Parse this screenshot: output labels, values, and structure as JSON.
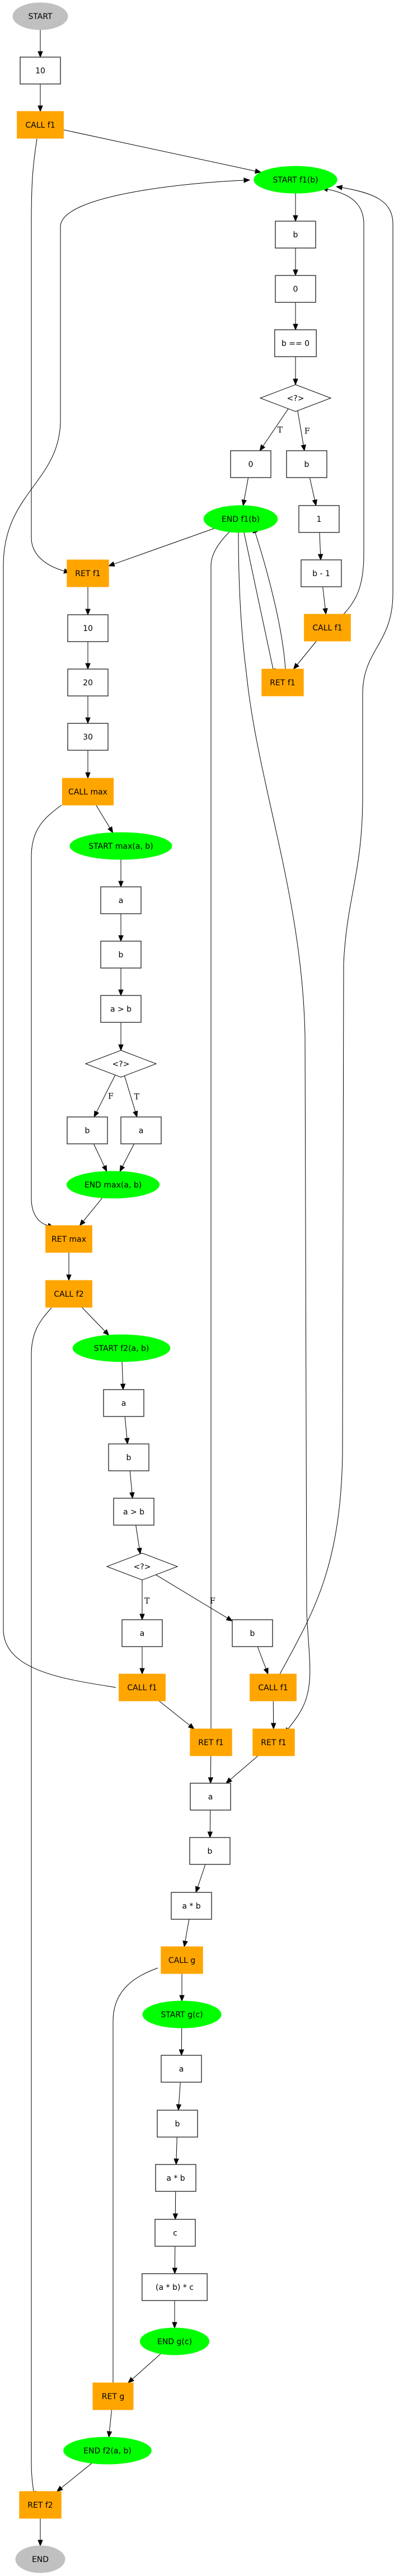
{
  "title": "Interprocedural control flow graph",
  "colors": {
    "terminal": "#c0c0c0",
    "function_boundary": "#00ff00",
    "call_return": "#ffa500",
    "statement_fill": "#ffffff",
    "stroke": "#000000"
  },
  "nodes": [
    {
      "id": "n0",
      "label": "START",
      "kind": "terminal"
    },
    {
      "id": "n1",
      "label": "10",
      "kind": "statement"
    },
    {
      "id": "n2",
      "label": "CALL f1",
      "kind": "call"
    },
    {
      "id": "n3",
      "label": "START f1(b)",
      "kind": "function-start"
    },
    {
      "id": "n4",
      "label": "b",
      "kind": "statement"
    },
    {
      "id": "n5",
      "label": "0",
      "kind": "statement"
    },
    {
      "id": "n6",
      "label": "b == 0",
      "kind": "statement"
    },
    {
      "id": "n7",
      "label": "<?>",
      "kind": "branch"
    },
    {
      "id": "n8",
      "label": "0",
      "kind": "statement"
    },
    {
      "id": "n9",
      "label": "b",
      "kind": "statement"
    },
    {
      "id": "n10",
      "label": "END f1(b)",
      "kind": "function-end"
    },
    {
      "id": "n11",
      "label": "1",
      "kind": "statement"
    },
    {
      "id": "n12",
      "label": "b - 1",
      "kind": "statement"
    },
    {
      "id": "n13",
      "label": "CALL f1",
      "kind": "call"
    },
    {
      "id": "n14",
      "label": "RET f1",
      "kind": "return"
    },
    {
      "id": "n15",
      "label": "RET f1",
      "kind": "return"
    },
    {
      "id": "n16",
      "label": "10",
      "kind": "statement"
    },
    {
      "id": "n17",
      "label": "20",
      "kind": "statement"
    },
    {
      "id": "n18",
      "label": "30",
      "kind": "statement"
    },
    {
      "id": "n19",
      "label": "CALL max",
      "kind": "call"
    },
    {
      "id": "n20",
      "label": "START max(a, b)",
      "kind": "function-start"
    },
    {
      "id": "n21",
      "label": "a",
      "kind": "statement"
    },
    {
      "id": "n22",
      "label": "b",
      "kind": "statement"
    },
    {
      "id": "n23",
      "label": "a > b",
      "kind": "statement"
    },
    {
      "id": "n24",
      "label": "<?>",
      "kind": "branch"
    },
    {
      "id": "n25",
      "label": "b",
      "kind": "statement"
    },
    {
      "id": "n26",
      "label": "a",
      "kind": "statement"
    },
    {
      "id": "n27",
      "label": "END max(a, b)",
      "kind": "function-end"
    },
    {
      "id": "n28",
      "label": "RET max",
      "kind": "return"
    },
    {
      "id": "n29",
      "label": "CALL f2",
      "kind": "call"
    },
    {
      "id": "n30",
      "label": "START f2(a, b)",
      "kind": "function-start"
    },
    {
      "id": "n31",
      "label": "a",
      "kind": "statement"
    },
    {
      "id": "n32",
      "label": "b",
      "kind": "statement"
    },
    {
      "id": "n33",
      "label": "a > b",
      "kind": "statement"
    },
    {
      "id": "n34",
      "label": "<?>",
      "kind": "branch"
    },
    {
      "id": "n35",
      "label": "a",
      "kind": "statement"
    },
    {
      "id": "n36",
      "label": "b",
      "kind": "statement"
    },
    {
      "id": "n37",
      "label": "CALL f1",
      "kind": "call"
    },
    {
      "id": "n38",
      "label": "CALL f1",
      "kind": "call"
    },
    {
      "id": "n39",
      "label": "RET f1",
      "kind": "return"
    },
    {
      "id": "n40",
      "label": "RET f1",
      "kind": "return"
    },
    {
      "id": "n41",
      "label": "a",
      "kind": "statement"
    },
    {
      "id": "n42",
      "label": "b",
      "kind": "statement"
    },
    {
      "id": "n43",
      "label": "a * b",
      "kind": "statement"
    },
    {
      "id": "n44",
      "label": "CALL g",
      "kind": "call"
    },
    {
      "id": "n45",
      "label": "START g(c)",
      "kind": "function-start"
    },
    {
      "id": "n46",
      "label": "a",
      "kind": "statement"
    },
    {
      "id": "n47",
      "label": "b",
      "kind": "statement"
    },
    {
      "id": "n48",
      "label": "a * b",
      "kind": "statement"
    },
    {
      "id": "n49",
      "label": "c",
      "kind": "statement"
    },
    {
      "id": "n50",
      "label": "(a * b) * c",
      "kind": "statement"
    },
    {
      "id": "n51",
      "label": "END g(c)",
      "kind": "function-end"
    },
    {
      "id": "n52",
      "label": "RET g",
      "kind": "return"
    },
    {
      "id": "n53",
      "label": "END f2(a, b)",
      "kind": "function-end"
    },
    {
      "id": "n54",
      "label": "RET f2",
      "kind": "return"
    },
    {
      "id": "n55",
      "label": "END",
      "kind": "terminal"
    }
  ],
  "edges": [
    {
      "from": "n0",
      "to": "n1"
    },
    {
      "from": "n1",
      "to": "n2"
    },
    {
      "from": "n2",
      "to": "n3"
    },
    {
      "from": "n2",
      "to": "n15"
    },
    {
      "from": "n3",
      "to": "n4"
    },
    {
      "from": "n4",
      "to": "n5"
    },
    {
      "from": "n5",
      "to": "n6"
    },
    {
      "from": "n6",
      "to": "n7"
    },
    {
      "from": "n7",
      "to": "n8",
      "label": "T"
    },
    {
      "from": "n7",
      "to": "n9",
      "label": "F"
    },
    {
      "from": "n8",
      "to": "n10"
    },
    {
      "from": "n9",
      "to": "n11"
    },
    {
      "from": "n11",
      "to": "n12"
    },
    {
      "from": "n12",
      "to": "n13"
    },
    {
      "from": "n13",
      "to": "n3"
    },
    {
      "from": "n13",
      "to": "n14"
    },
    {
      "from": "n10",
      "to": "n15"
    },
    {
      "from": "n10",
      "to": "n14"
    },
    {
      "from": "n14",
      "to": "n10"
    },
    {
      "from": "n10",
      "to": "n39"
    },
    {
      "from": "n10",
      "to": "n40"
    },
    {
      "from": "n15",
      "to": "n16"
    },
    {
      "from": "n16",
      "to": "n17"
    },
    {
      "from": "n17",
      "to": "n18"
    },
    {
      "from": "n18",
      "to": "n19"
    },
    {
      "from": "n19",
      "to": "n20"
    },
    {
      "from": "n19",
      "to": "n28"
    },
    {
      "from": "n20",
      "to": "n21"
    },
    {
      "from": "n21",
      "to": "n22"
    },
    {
      "from": "n22",
      "to": "n23"
    },
    {
      "from": "n23",
      "to": "n24"
    },
    {
      "from": "n24",
      "to": "n25",
      "label": "F"
    },
    {
      "from": "n24",
      "to": "n26",
      "label": "T"
    },
    {
      "from": "n25",
      "to": "n27"
    },
    {
      "from": "n26",
      "to": "n27"
    },
    {
      "from": "n27",
      "to": "n28"
    },
    {
      "from": "n28",
      "to": "n29"
    },
    {
      "from": "n29",
      "to": "n30"
    },
    {
      "from": "n29",
      "to": "n54"
    },
    {
      "from": "n30",
      "to": "n31"
    },
    {
      "from": "n31",
      "to": "n32"
    },
    {
      "from": "n32",
      "to": "n33"
    },
    {
      "from": "n33",
      "to": "n34"
    },
    {
      "from": "n34",
      "to": "n35",
      "label": "T"
    },
    {
      "from": "n34",
      "to": "n36",
      "label": "F"
    },
    {
      "from": "n35",
      "to": "n37"
    },
    {
      "from": "n36",
      "to": "n38"
    },
    {
      "from": "n37",
      "to": "n3"
    },
    {
      "from": "n37",
      "to": "n39"
    },
    {
      "from": "n38",
      "to": "n3"
    },
    {
      "from": "n38",
      "to": "n40"
    },
    {
      "from": "n39",
      "to": "n41"
    },
    {
      "from": "n40",
      "to": "n41"
    },
    {
      "from": "n41",
      "to": "n42"
    },
    {
      "from": "n42",
      "to": "n43"
    },
    {
      "from": "n43",
      "to": "n44"
    },
    {
      "from": "n44",
      "to": "n45"
    },
    {
      "from": "n44",
      "to": "n52"
    },
    {
      "from": "n45",
      "to": "n46"
    },
    {
      "from": "n46",
      "to": "n47"
    },
    {
      "from": "n47",
      "to": "n48"
    },
    {
      "from": "n48",
      "to": "n49"
    },
    {
      "from": "n49",
      "to": "n50"
    },
    {
      "from": "n50",
      "to": "n51"
    },
    {
      "from": "n51",
      "to": "n52"
    },
    {
      "from": "n52",
      "to": "n53"
    },
    {
      "from": "n53",
      "to": "n54"
    },
    {
      "from": "n54",
      "to": "n55"
    }
  ]
}
